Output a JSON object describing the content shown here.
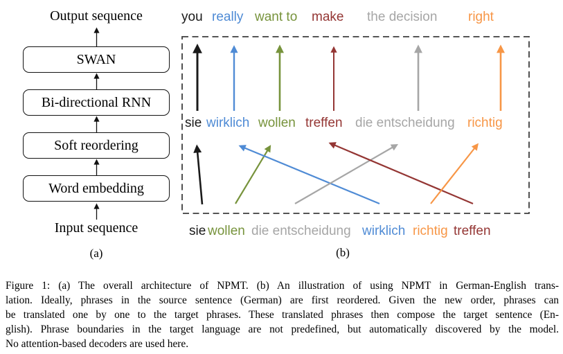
{
  "palette": {
    "black": "#1a1a1a",
    "blue": "#4f8bd5",
    "green": "#77933c",
    "dark_red": "#943634",
    "gray": "#a6a6a6",
    "orange": "#f79646",
    "diagram_ink": "#111111"
  },
  "panel_a": {
    "label": "(a)",
    "output_label": "Output sequence",
    "input_label": "Input sequence",
    "boxes": [
      {
        "label": "SWAN"
      },
      {
        "label": "Bi-directional RNN"
      },
      {
        "label": "Soft reordering"
      },
      {
        "label": "Word embedding"
      }
    ]
  },
  "panel_b": {
    "label": "(b)",
    "target_sentence": {
      "tokens": [
        {
          "text": "you",
          "color": "#1a1a1a"
        },
        {
          "text": "really",
          "color": "#4f8bd5"
        },
        {
          "text": "want to",
          "color": "#77933c"
        },
        {
          "text": "make",
          "color": "#943634"
        },
        {
          "text": "the decision",
          "color": "#a6a6a6"
        },
        {
          "text": "right",
          "color": "#f79646"
        }
      ]
    },
    "reordered_source": {
      "tokens": [
        {
          "text": "sie",
          "color": "#1a1a1a"
        },
        {
          "text": "wirklich",
          "color": "#4f8bd5"
        },
        {
          "text": "wollen",
          "color": "#77933c"
        },
        {
          "text": "treffen",
          "color": "#943634"
        },
        {
          "text": "die entscheidung",
          "color": "#a6a6a6"
        },
        {
          "text": "richtig",
          "color": "#f79646"
        }
      ]
    },
    "source_sentence": {
      "tokens": [
        {
          "text": "sie",
          "color": "#1a1a1a"
        },
        {
          "text": "wollen",
          "color": "#77933c"
        },
        {
          "text": "die entscheidung",
          "color": "#a6a6a6"
        },
        {
          "text": "wirklich",
          "color": "#4f8bd5"
        },
        {
          "text": "richtig",
          "color": "#f79646"
        },
        {
          "text": "treffen",
          "color": "#943634"
        }
      ]
    },
    "translation_arrows": [
      {
        "from": "sie",
        "to": "you"
      },
      {
        "from": "wirklich",
        "to": "really"
      },
      {
        "from": "wollen",
        "to": "want to"
      },
      {
        "from": "treffen",
        "to": "make"
      },
      {
        "from": "die entscheidung",
        "to": "the decision"
      },
      {
        "from": "richtig",
        "to": "right"
      }
    ],
    "reorder_arrows": [
      {
        "from": "sie",
        "to": "sie"
      },
      {
        "from": "wollen",
        "to": "wollen"
      },
      {
        "from": "die entscheidung",
        "to": "die entscheidung"
      },
      {
        "from": "wirklich",
        "to": "wirklich"
      },
      {
        "from": "richtig",
        "to": "richtig"
      },
      {
        "from": "treffen",
        "to": "treffen"
      }
    ]
  },
  "caption": {
    "lines": [
      "Figure 1: (a) The overall architecture of NPMT. (b) An illustration of using NPMT in German-English trans-",
      "lation. Ideally, phrases in the source sentence (German) are first reordered. Given the new order, phrases can",
      "be translated one by one to the target phrases. These translated phrases then compose the target sentence (En-",
      "glish). Phrase boundaries in the target language are not predefined, but automatically discovered by the model.",
      "No attention-based decoders are used here."
    ]
  }
}
